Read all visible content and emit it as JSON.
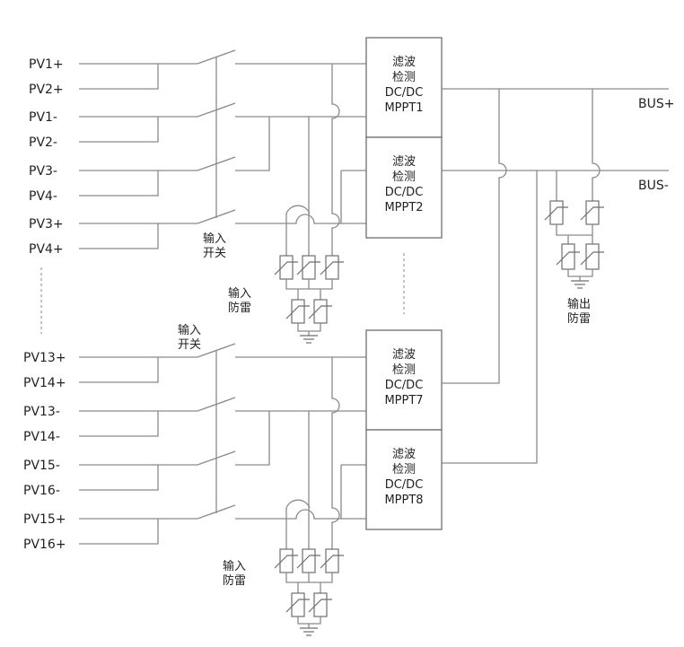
{
  "inputs": {
    "top": [
      "PV1+",
      "PV2+",
      "PV1-",
      "PV2-",
      "PV3-",
      "PV4-",
      "PV3+",
      "PV4+"
    ],
    "bottom": [
      "PV13+",
      "PV14+",
      "PV13-",
      "PV14-",
      "PV15-",
      "PV16-",
      "PV15+",
      "PV16+"
    ]
  },
  "mppt_boxes": [
    {
      "line1": "滤波",
      "line2": "检测",
      "line3": "DC/DC",
      "line4": "MPPT1"
    },
    {
      "line1": "滤波",
      "line2": "检测",
      "line3": "DC/DC",
      "line4": "MPPT2"
    },
    {
      "line1": "滤波",
      "line2": "检测",
      "line3": "DC/DC",
      "line4": "MPPT7"
    },
    {
      "line1": "滤波",
      "line2": "检测",
      "line3": "DC/DC",
      "line4": "MPPT8"
    }
  ],
  "bus": {
    "plus": "BUS+",
    "minus": "BUS-"
  },
  "labels": {
    "input_switch_top": [
      "输入",
      "开关"
    ],
    "input_switch_bottom": [
      "输入",
      "开关"
    ],
    "input_lightning_top": [
      "输入",
      "防雷"
    ],
    "input_lightning_bottom": [
      "输入",
      "防雷"
    ],
    "output_lightning": [
      "输出",
      "防雷"
    ]
  }
}
